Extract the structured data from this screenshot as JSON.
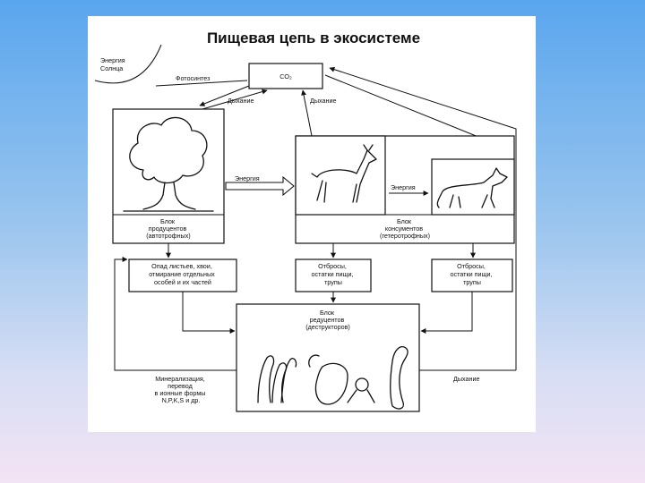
{
  "title": "Пищевая цепь в экосистеме",
  "labels": {
    "sun_energy": [
      "Энергия",
      "Солнца"
    ],
    "photosynthesis": "Фотосинтез",
    "co2": "CO₂",
    "respiration_left": "Дыхание",
    "respiration_mid": "Дыхание",
    "respiration_right": "Дыхание",
    "energy_1": "Энергия",
    "energy_2": "Энергия",
    "producers": [
      "Блок",
      "продуцентов",
      "(автотрофных)"
    ],
    "consumers": [
      "Блок",
      "консументов",
      "(гетеротрофных)"
    ],
    "litter": [
      "Опад листьев, хвои,",
      "отмирание отдельных",
      "особей и их частей"
    ],
    "waste_1": [
      "Отбросы,",
      "остатки пищи,",
      "трупы"
    ],
    "waste_2": [
      "Отбросы,",
      "остатки пищи,",
      "трупы"
    ],
    "decomposers": [
      "Блок",
      "редуцентов",
      "(деструкторов)"
    ],
    "mineralization": [
      "Минерализация,",
      "перевод",
      "в ионные формы",
      "N,P,K,S и др."
    ]
  },
  "icons": [
    "sun-icon",
    "tree-icon",
    "deer-icon",
    "wolf-icon",
    "microorganisms-icon"
  ]
}
